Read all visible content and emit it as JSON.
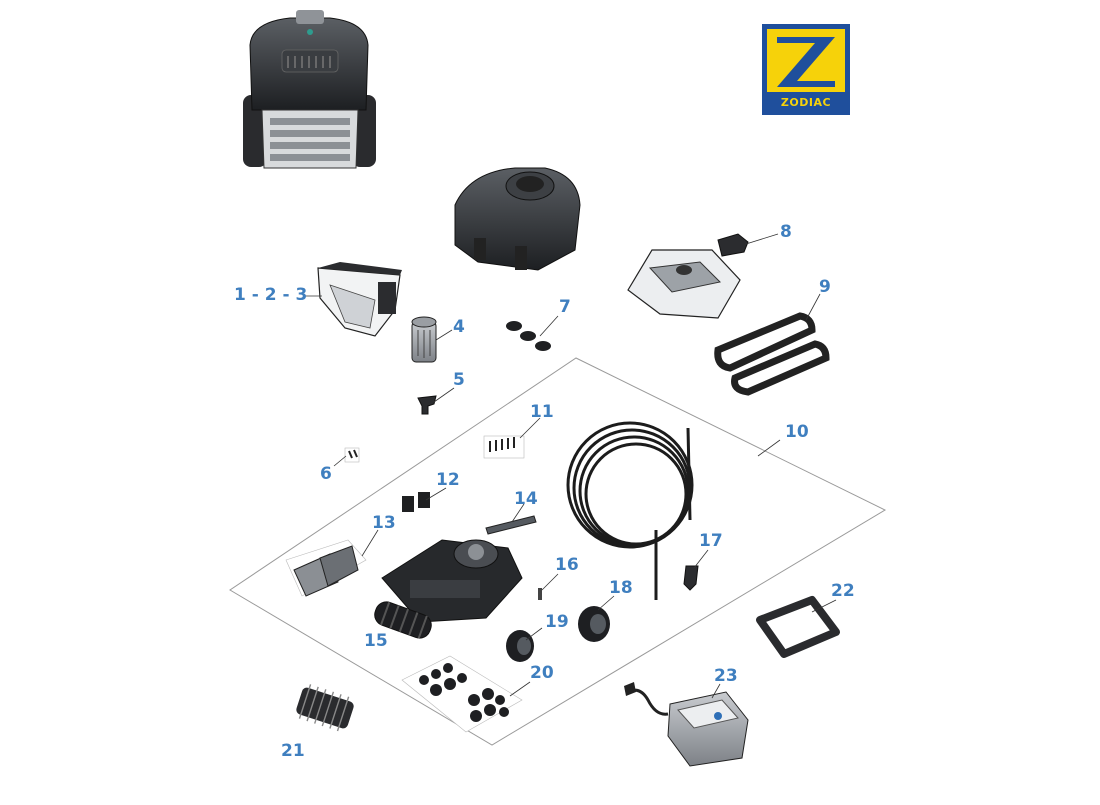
{
  "brand": {
    "name": "ZODIAC",
    "colors": {
      "blue": "#1f4f9c",
      "yellow": "#f6d20a"
    }
  },
  "label_color": "#3f7fbf",
  "callouts": [
    {
      "id": "1-3",
      "text": "1 - 2 - 3"
    },
    {
      "id": "4",
      "text": "4"
    },
    {
      "id": "5",
      "text": "5"
    },
    {
      "id": "6",
      "text": "6"
    },
    {
      "id": "7",
      "text": "7"
    },
    {
      "id": "8",
      "text": "8"
    },
    {
      "id": "9",
      "text": "9"
    },
    {
      "id": "10",
      "text": "10"
    },
    {
      "id": "11",
      "text": "11"
    },
    {
      "id": "12",
      "text": "12"
    },
    {
      "id": "13",
      "text": "13"
    },
    {
      "id": "14",
      "text": "14"
    },
    {
      "id": "15",
      "text": "15"
    },
    {
      "id": "16",
      "text": "16"
    },
    {
      "id": "17",
      "text": "17"
    },
    {
      "id": "18",
      "text": "18"
    },
    {
      "id": "19",
      "text": "19"
    },
    {
      "id": "20",
      "text": "20"
    },
    {
      "id": "21",
      "text": "21"
    },
    {
      "id": "22",
      "text": "22"
    },
    {
      "id": "23",
      "text": "23"
    }
  ]
}
